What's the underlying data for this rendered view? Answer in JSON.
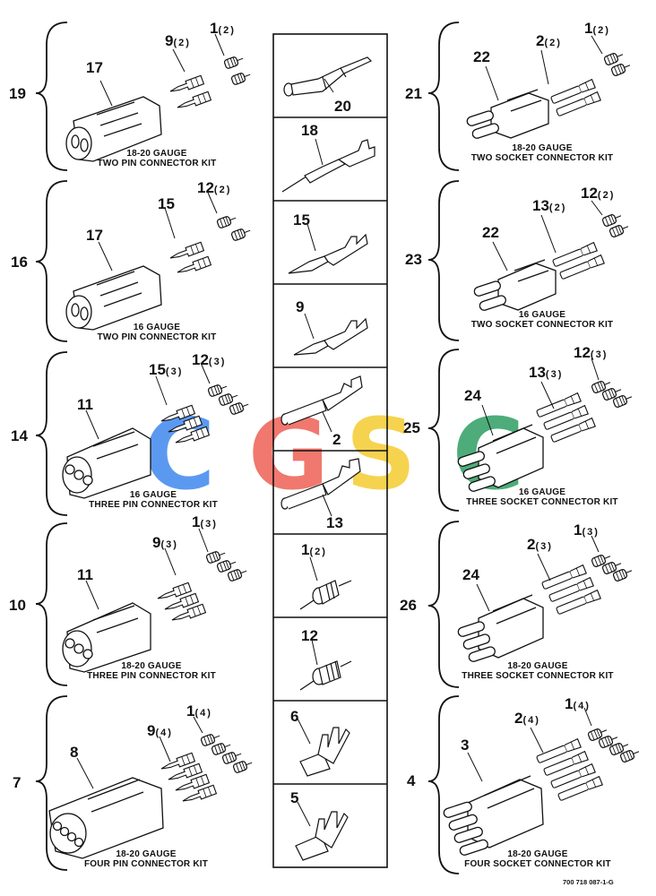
{
  "center_column": [
    {
      "id": "20",
      "qty": ""
    },
    {
      "id": "18",
      "qty": ""
    },
    {
      "id": "15",
      "qty": ""
    },
    {
      "id": "9",
      "qty": ""
    },
    {
      "id": "2",
      "qty": ""
    },
    {
      "id": "13",
      "qty": ""
    },
    {
      "id": "1",
      "qty": "(2)"
    },
    {
      "id": "12",
      "qty": ""
    },
    {
      "id": "6",
      "qty": ""
    },
    {
      "id": "5",
      "qty": ""
    }
  ],
  "kits": [
    {
      "number": "19",
      "housing": "17",
      "terminal": "9",
      "terminal_qty": "(2)",
      "seal": "1",
      "seal_qty": "(2)",
      "caption1": "18-20 GAUGE",
      "caption2": "TWO PIN CONNECTOR KIT"
    },
    {
      "number": "16",
      "housing": "17",
      "terminal": "15",
      "terminal_qty": "",
      "seal": "12",
      "seal_qty": "(2)",
      "caption1": "16 GAUGE",
      "caption2": "TWO PIN CONNECTOR KIT"
    },
    {
      "number": "14",
      "housing": "11",
      "terminal": "15",
      "terminal_qty": "(3)",
      "seal": "12",
      "seal_qty": "(3)",
      "caption1": "16 GAUGE",
      "caption2": "THREE PIN CONNECTOR KIT"
    },
    {
      "number": "10",
      "housing": "11",
      "terminal": "9",
      "terminal_qty": "(3)",
      "seal": "1",
      "seal_qty": "(3)",
      "caption1": "18-20 GAUGE",
      "caption2": "THREE PIN CONNECTOR KIT"
    },
    {
      "number": "7",
      "housing": "8",
      "terminal": "9",
      "terminal_qty": "(4)",
      "seal": "1",
      "seal_qty": "(4)",
      "caption1": "18-20 GAUGE",
      "caption2": "FOUR PIN CONNECTOR KIT"
    },
    {
      "number": "21",
      "housing": "22",
      "terminal": "2",
      "terminal_qty": "(2)",
      "seal": "1",
      "seal_qty": "(2)",
      "caption1": "18-20 GAUGE",
      "caption2": "TWO SOCKET CONNECTOR KIT"
    },
    {
      "number": "23",
      "housing": "22",
      "terminal": "13",
      "terminal_qty": "(2)",
      "seal": "12",
      "seal_qty": "(2)",
      "caption1": "16 GAUGE",
      "caption2": "TWO SOCKET CONNECTOR KIT"
    },
    {
      "number": "25",
      "housing": "24",
      "terminal": "13",
      "terminal_qty": "(3)",
      "seal": "12",
      "seal_qty": "(3)",
      "caption1": "16 GAUGE",
      "caption2": "THREE SOCKET CONNECTOR KIT"
    },
    {
      "number": "26",
      "housing": "24",
      "terminal": "2",
      "terminal_qty": "(3)",
      "seal": "1",
      "seal_qty": "(3)",
      "caption1": "18-20 GAUGE",
      "caption2": "THREE SOCKET CONNECTOR KIT"
    },
    {
      "number": "4",
      "housing": "3",
      "terminal": "2",
      "terminal_qty": "(4)",
      "seal": "1",
      "seal_qty": "(4)",
      "caption1": "18-20 GAUGE",
      "caption2": "FOUR SOCKET CONNECTOR KIT"
    }
  ],
  "watermark": {
    "letters": [
      "C",
      "G",
      "S",
      "C"
    ],
    "colors": [
      "#4a8ef0",
      "#ef6a5f",
      "#f6cf3c",
      "#3aa46b"
    ]
  },
  "doc_number": "700 718 087-1-G"
}
